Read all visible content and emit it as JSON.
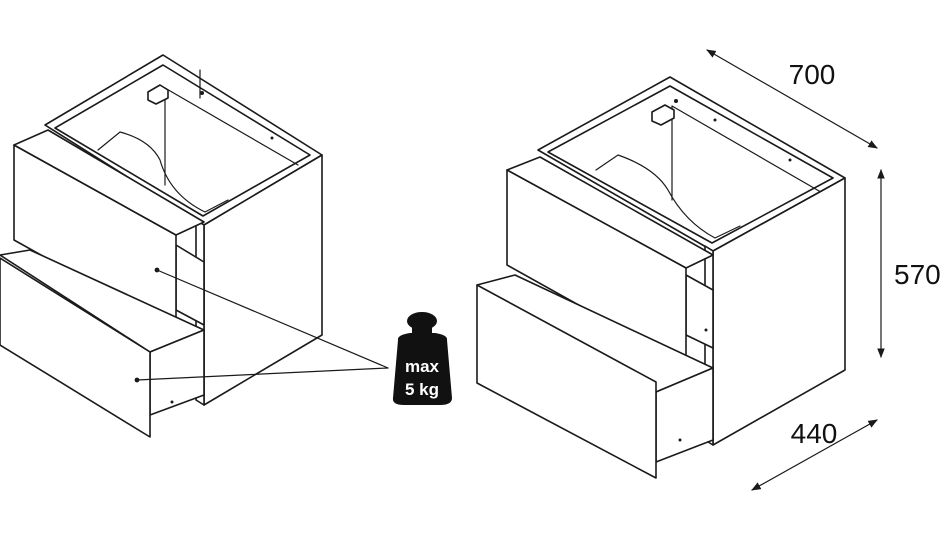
{
  "dimensions": {
    "width": "700",
    "height": "570",
    "depth": "440"
  },
  "weight_badge": {
    "line1": "max",
    "line2": "5 kg",
    "icon": "weight-icon",
    "color": "#111111"
  }
}
